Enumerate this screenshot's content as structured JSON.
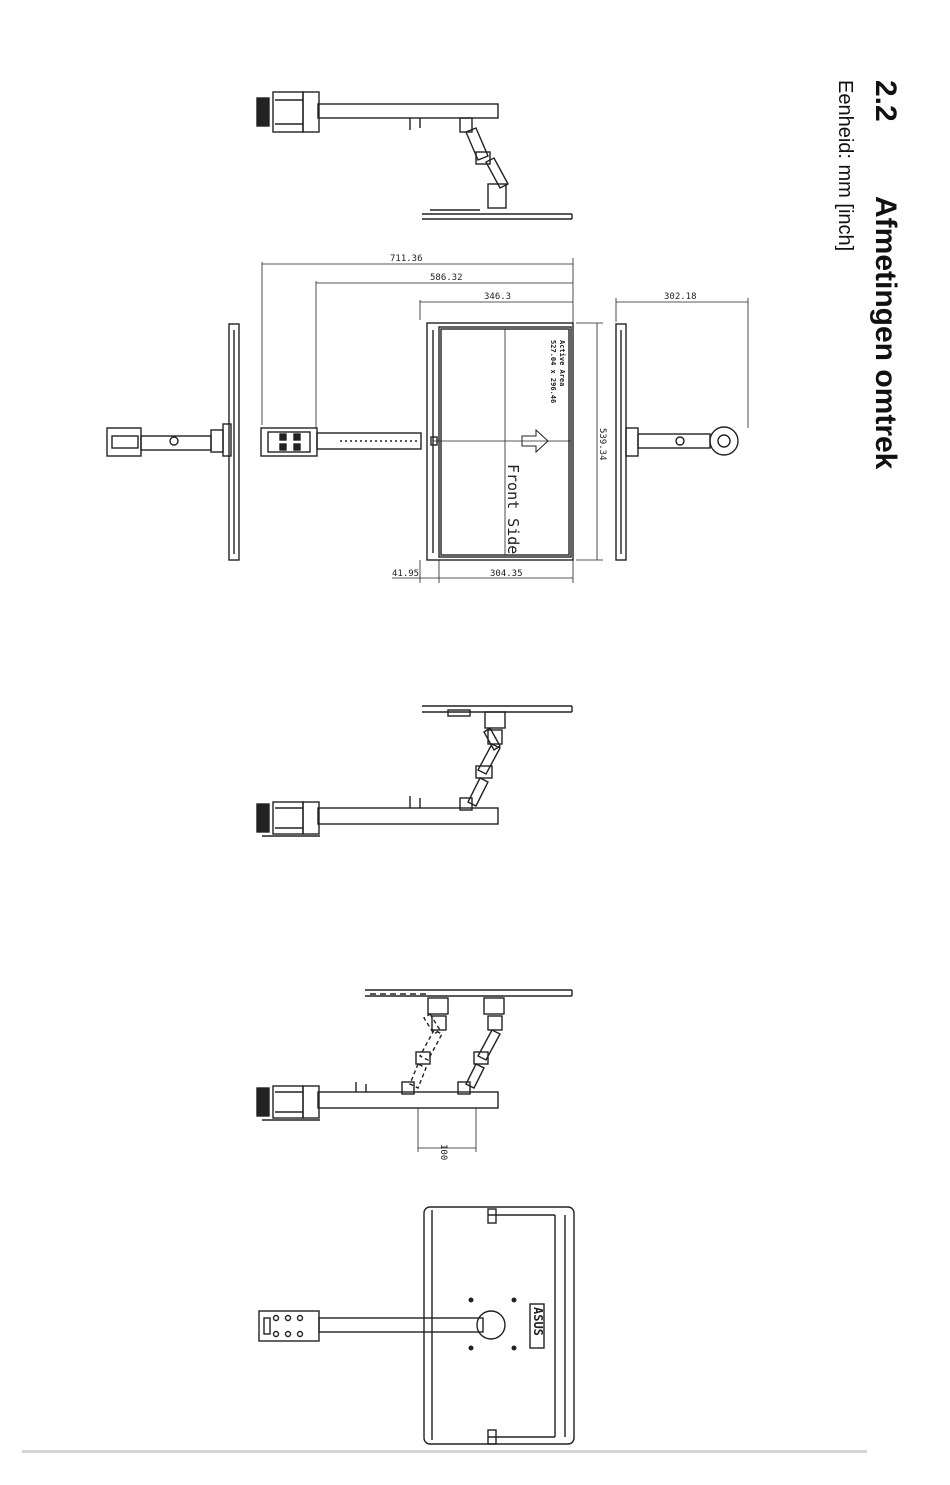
{
  "section": {
    "number": "2.2",
    "title": "Afmetingen omtrek",
    "unit_line": "Eenheid: mm [inch]"
  },
  "drawing": {
    "dimensions": {
      "overall_width": "711.36",
      "clamp_to_screen": "586.32",
      "screen_depth_offset": "346.3",
      "side_depth": "302.18",
      "height": "539.34",
      "bottom_offset": "41.95",
      "half_width": "304.35",
      "pole_offset": "100"
    },
    "screen_labels": {
      "active_area_1": "Active Area",
      "active_area_2": "527.04 x 296.46",
      "front_side": "Front Side"
    },
    "brand_logo": "ASUS"
  }
}
